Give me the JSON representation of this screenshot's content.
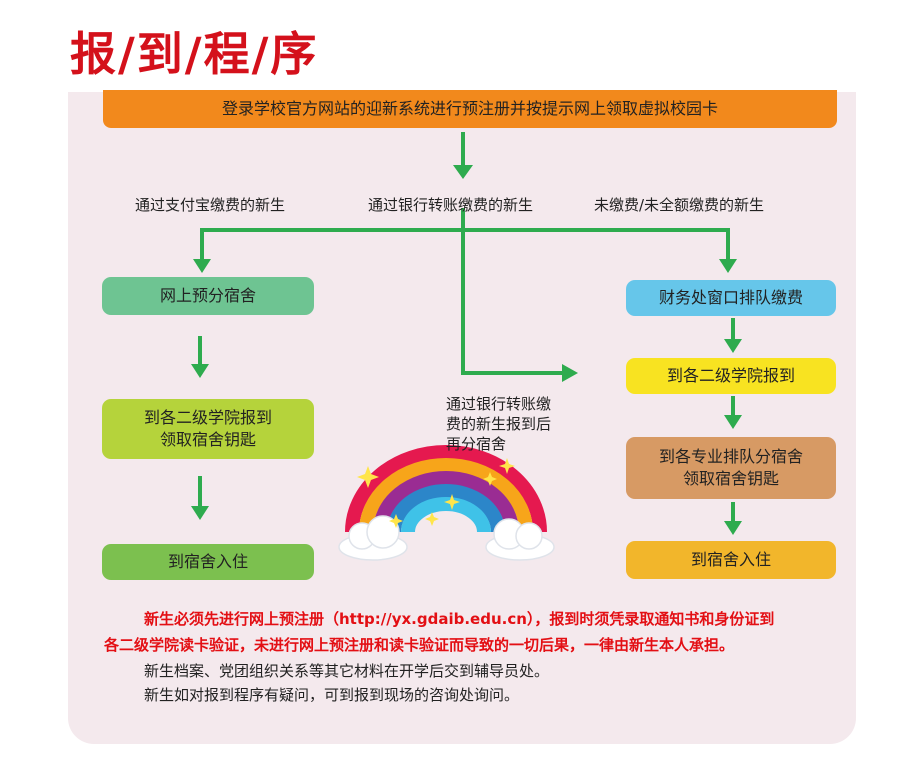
{
  "title": "报/到/程/序",
  "steps": {
    "top": "登录学校官方网站的迎新系统进行预注册并按提示网上领取虚拟校园卡",
    "branch_alipay": "通过支付宝缴费的新生",
    "branch_bank": "通过银行转账缴费的新生",
    "branch_unpaid": "未缴费/未全额缴费的新生",
    "left_1": "网上预分宿舍",
    "left_2_line1": "到各二级学院报到",
    "left_2_line2": "领取宿舍钥匙",
    "left_3": "到宿舍入住",
    "bank_note_line1": "通过银行转账缴",
    "bank_note_line2": "费的新生报到后",
    "bank_note_line3": "再分宿舍",
    "right_1": "财务处窗口排队缴费",
    "right_2": "到各二级学院报到",
    "right_3_line1": "到各专业排队分宿舍",
    "right_3_line2": "领取宿舍钥匙",
    "right_4": "到宿舍入住"
  },
  "notes": {
    "red_line1": "新生必须先进行网上预注册（http://yx.gdaib.edu.cn），报到时须凭录取通知书和身份证到",
    "red_line2": "各二级学院读卡验证，未进行网上预注册和读卡验证而导致的一切后果，一律由新生本人承担。",
    "line3": "新生档案、党团组织关系等其它材料在开学后交到辅导员处。",
    "line4": "新生如对报到程序有疑问，可到报到现场的咨询处询问。"
  },
  "colors": {
    "title": "#d4111b",
    "arrow": "#2eab4e",
    "top_box": "#f2891c",
    "left_1": "#6ec492",
    "left_2": "#b5d33b",
    "left_3": "#7cc04f",
    "right_1": "#66c6ea",
    "right_2": "#f8e321",
    "right_3": "#d79a64",
    "right_4": "#f2b62b",
    "panel": "#f4e9ed"
  }
}
